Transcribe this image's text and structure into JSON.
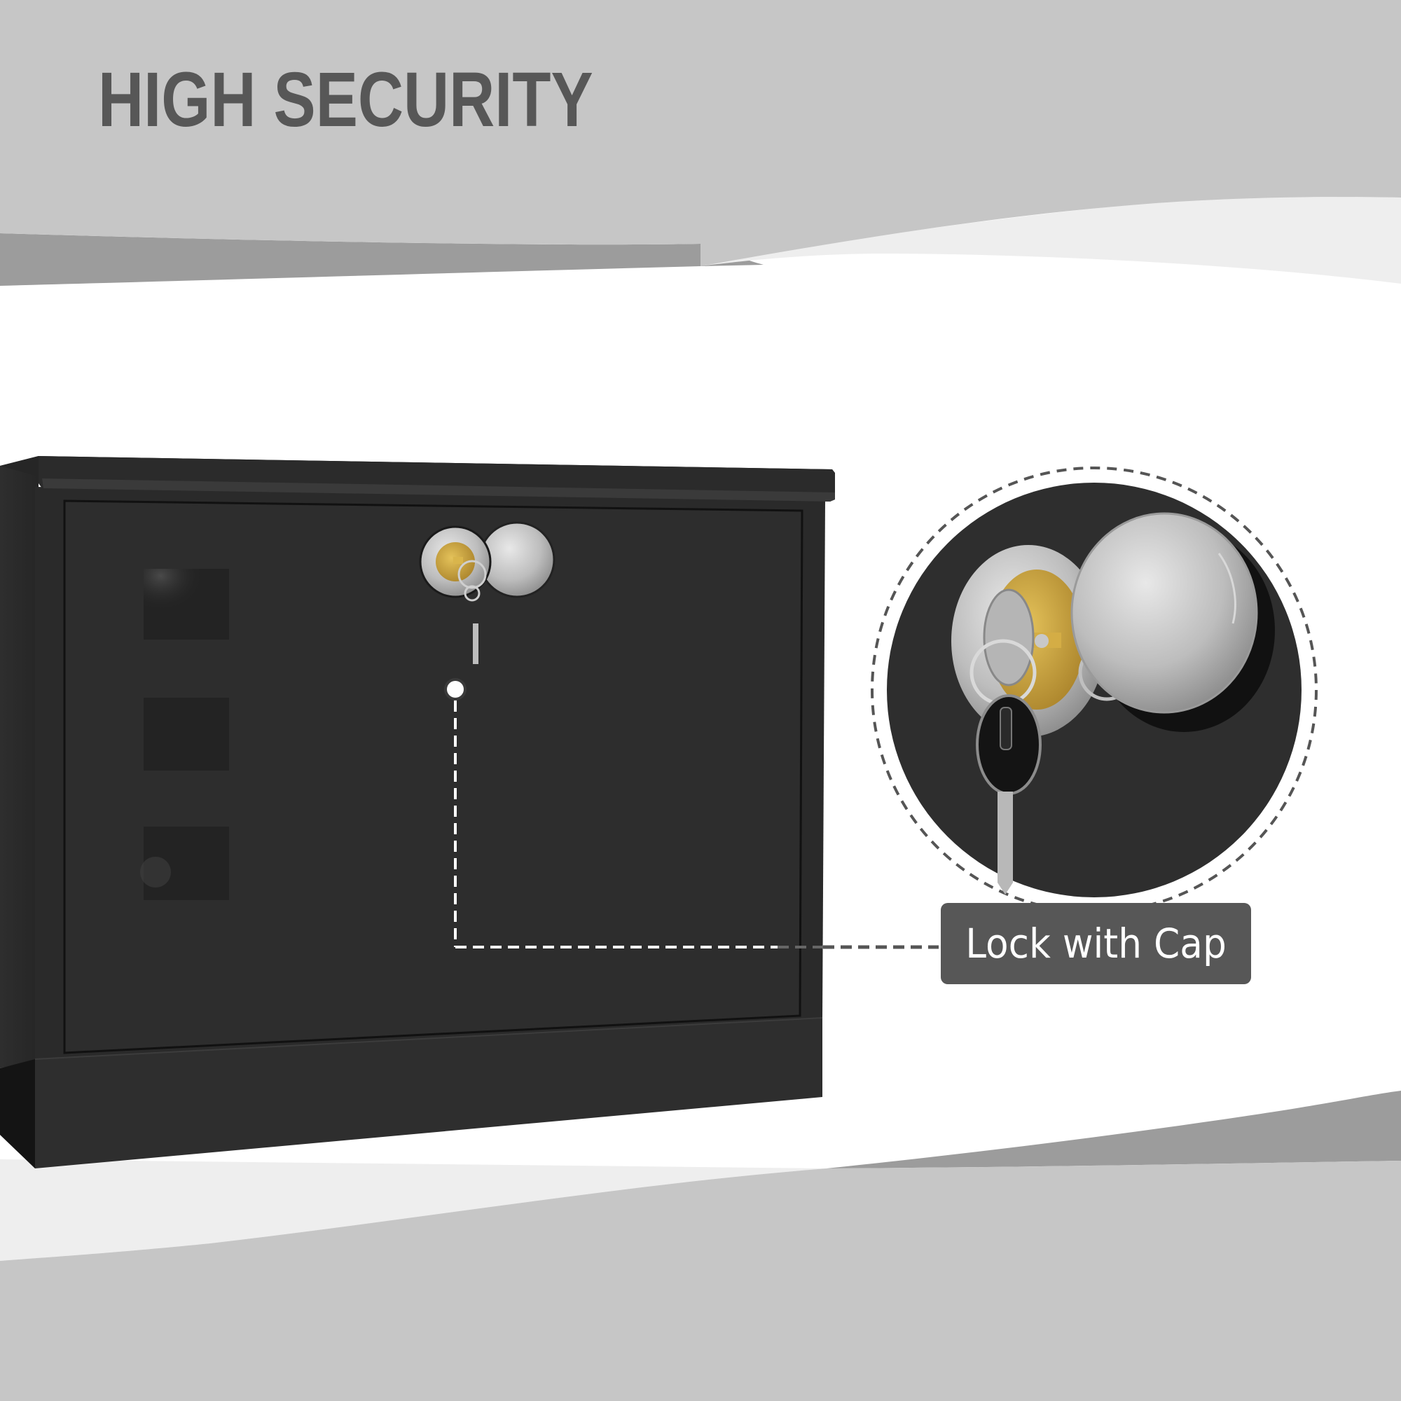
{
  "heading": {
    "title": "HIGH SECURITY"
  },
  "product": {
    "name": "black storage cabinet",
    "features": [
      "vent cutouts",
      "lock with hinged cap",
      "key on ring"
    ]
  },
  "callout": {
    "label": "Lock with Cap",
    "detail_view": "zoomed lock and key"
  },
  "colors": {
    "band_light": "#c6c6c6",
    "band_dark": "#9c9c9c",
    "band_pale": "#eeeeee",
    "title_text": "#575757",
    "label_bg": "#575757",
    "label_text": "#ffffff",
    "cabinet_body": "#2c2c2c",
    "chrome": "#c8c8c8",
    "brass": "#c9a23c"
  }
}
